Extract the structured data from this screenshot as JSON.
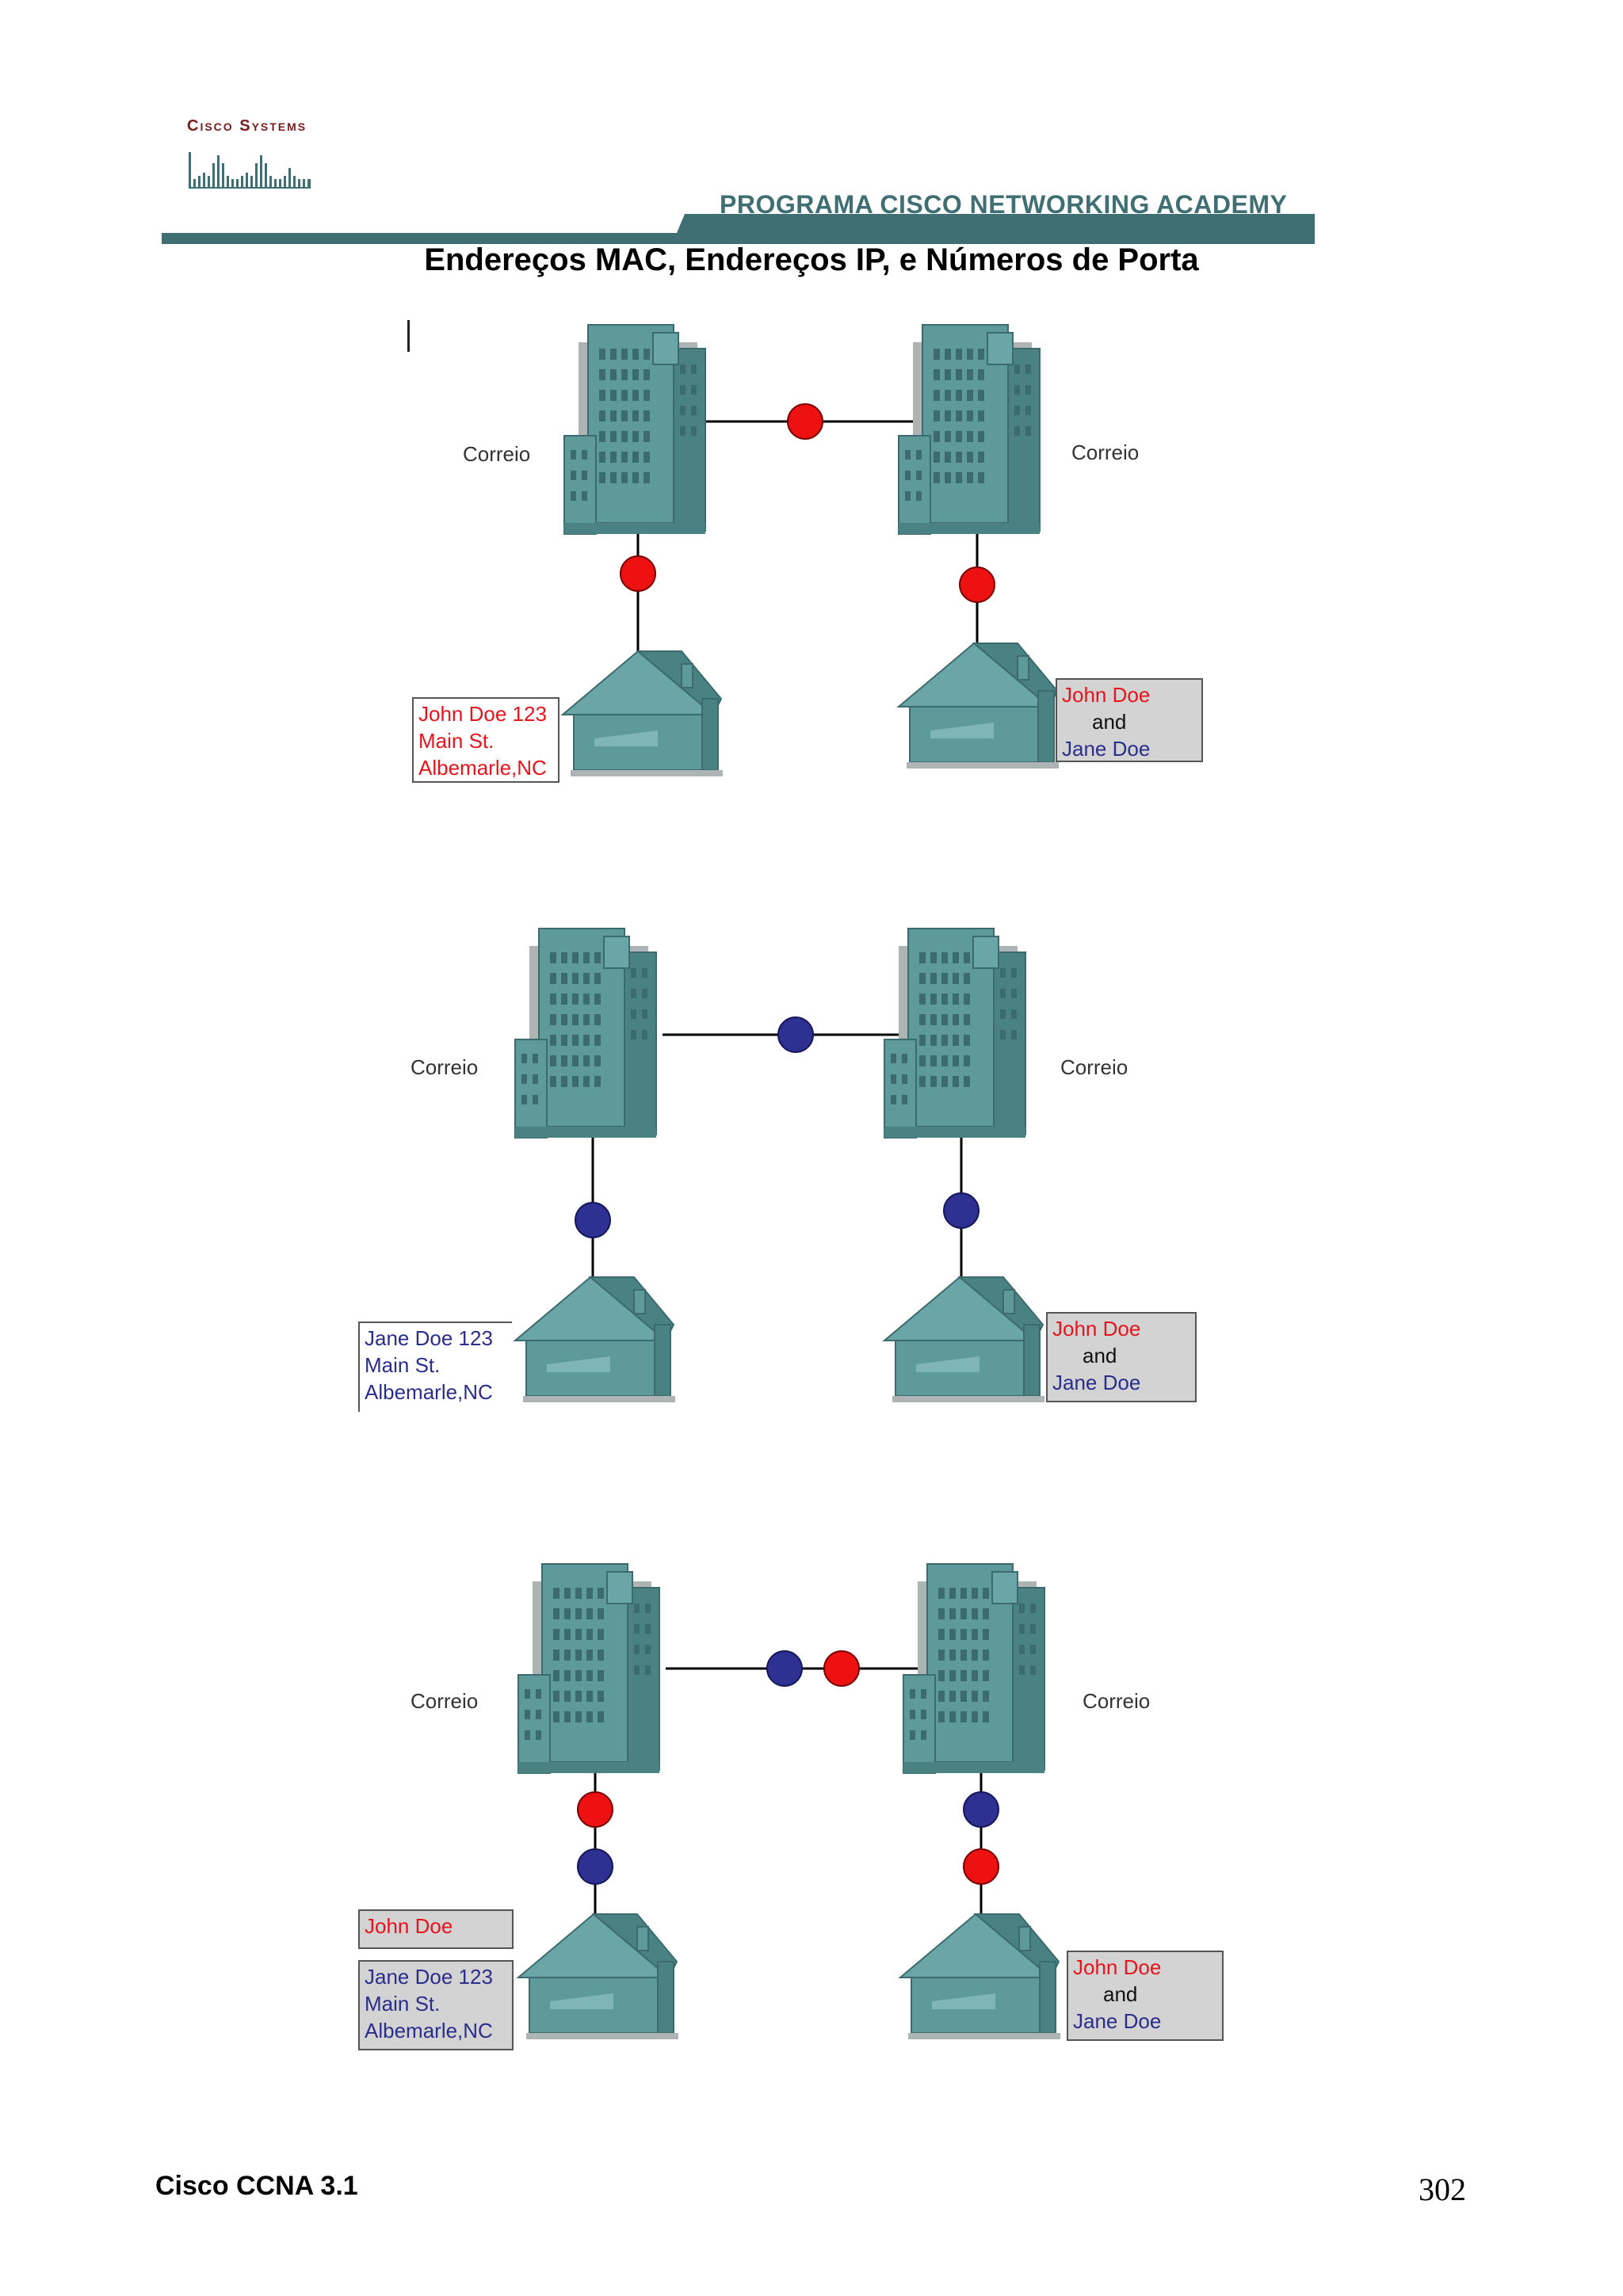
{
  "header": {
    "brand": "Cisco Systems",
    "program": "PROGRAMA CISCO NETWORKING ACADEMY",
    "colors": {
      "band": "#3f6f72",
      "brand": "#7a1c1c"
    }
  },
  "title": "Endereços MAC, Endereços IP, e Números de Porta",
  "panels": [
    {
      "left_building_label": "Correio",
      "right_building_label": "Correio",
      "left_box": {
        "lines": [
          "John Doe 123",
          "Main St.",
          "Albemarle,NC"
        ],
        "color": "red"
      },
      "right_box": {
        "name1": "John Doe",
        "and": "and",
        "name2": "Jane Doe"
      }
    },
    {
      "left_building_label": "Correio",
      "right_building_label": "Correio",
      "left_box": {
        "lines": [
          "Jane Doe 123",
          "Main St.",
          "Albemarle,NC"
        ],
        "color": "blue"
      },
      "right_box": {
        "name1": "John Doe",
        "and": "and",
        "name2": "Jane Doe"
      }
    },
    {
      "left_building_label": "Correio",
      "right_building_label": "Correio",
      "left_name_box": "John Doe",
      "left_box": {
        "lines": [
          "Jane Doe 123",
          "Main St.",
          "Albemarle,NC"
        ],
        "color": "blue"
      },
      "right_box": {
        "name1": "John Doe",
        "and": "and",
        "name2": "Jane Doe"
      }
    }
  ],
  "colors": {
    "red_dot": "#ee1111",
    "blue_dot": "#2f3192",
    "building": "#5f9a9b"
  },
  "footer": {
    "left": "Cisco CCNA 3.1",
    "page": "302"
  }
}
